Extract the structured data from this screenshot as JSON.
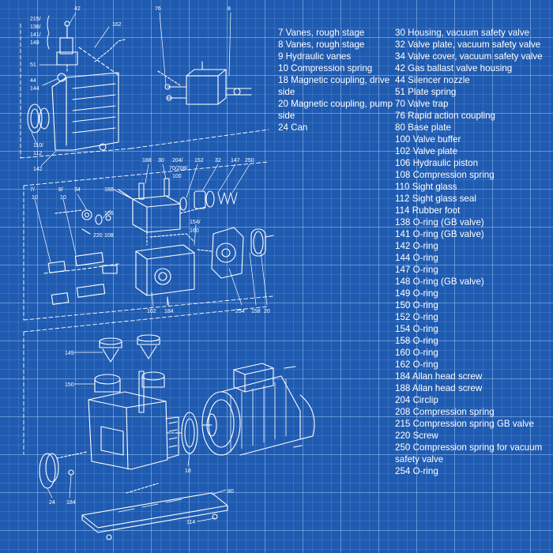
{
  "legend": {
    "left_column": [
      "7 Vanes, rough stage",
      "8 Vanes, rough stage",
      "9 Hydraulic vanes",
      "10 Compression spring",
      "18 Magnetic coupling, drive side",
      "20 Magnetic coupling, pump side",
      "24 Can"
    ],
    "right_column": [
      "30 Housing, vacuum safety valve",
      "32 Valve plate, vacuum safety valve",
      "34 Valve cover, vacuum safety valve",
      "42 Gas ballast valve housing",
      "44 Silencer nozzle",
      "51 Plate spring",
      "70 Valve trap",
      "76 Rapid action coupling",
      "80 Base plate",
      "100 Valve buffer",
      "102 Valve plate",
      "106 Hydraulic piston",
      "108 Compression spring",
      "110 Sight glass",
      "112 Sight glass seal",
      "114 Rubber foot",
      "138 O-ring (GB valve)",
      "141 O-ring (GB valve)",
      "142 O-ring",
      "144 O-ring",
      "147 O-ring",
      "148 O-ring (GB valve)",
      "149 O-ring",
      "150 O-ring",
      "152 O-ring",
      "154 O-ring",
      "158 O-ring",
      "160 O-ring",
      "162 O-ring",
      "184 Allan head screw",
      "188 Allan head screw",
      "204 Circlip",
      "208 Compression spring",
      "215 Compression spring GB valve",
      "220 Screw",
      "250 Compression spring for vacuum safety valve",
      "254 O-ring"
    ]
  },
  "part_labels": {
    "p42": "42",
    "p215": "215/",
    "p138": "138/",
    "p141": "141/",
    "p148": "148",
    "p162": "162",
    "p51": "51",
    "p44": "44",
    "p144": "144",
    "p110": "110/",
    "p112": "112",
    "p142": "142",
    "p76": "76",
    "p8top": "8",
    "p188a": "188",
    "p30": "30",
    "p204": "204/",
    "p70": "70/208/",
    "p100": "100",
    "p152": "152",
    "p32": "32",
    "p147": "147",
    "p250": "250",
    "p7": "7/",
    "p10a": "10",
    "p8b": "8/",
    "p10b": "10",
    "p34": "34",
    "p188b": "188",
    "p106": "106",
    "p220": "220",
    "p108": "108",
    "p154": "154/",
    "p160": "160",
    "p102": "102",
    "p184a": "184",
    "p254": "254",
    "p158": "158",
    "p20": "20",
    "p149": "149",
    "p150": "150",
    "p18": "18",
    "p24": "24",
    "p184b": "184",
    "p80": "80",
    "p114": "114"
  }
}
